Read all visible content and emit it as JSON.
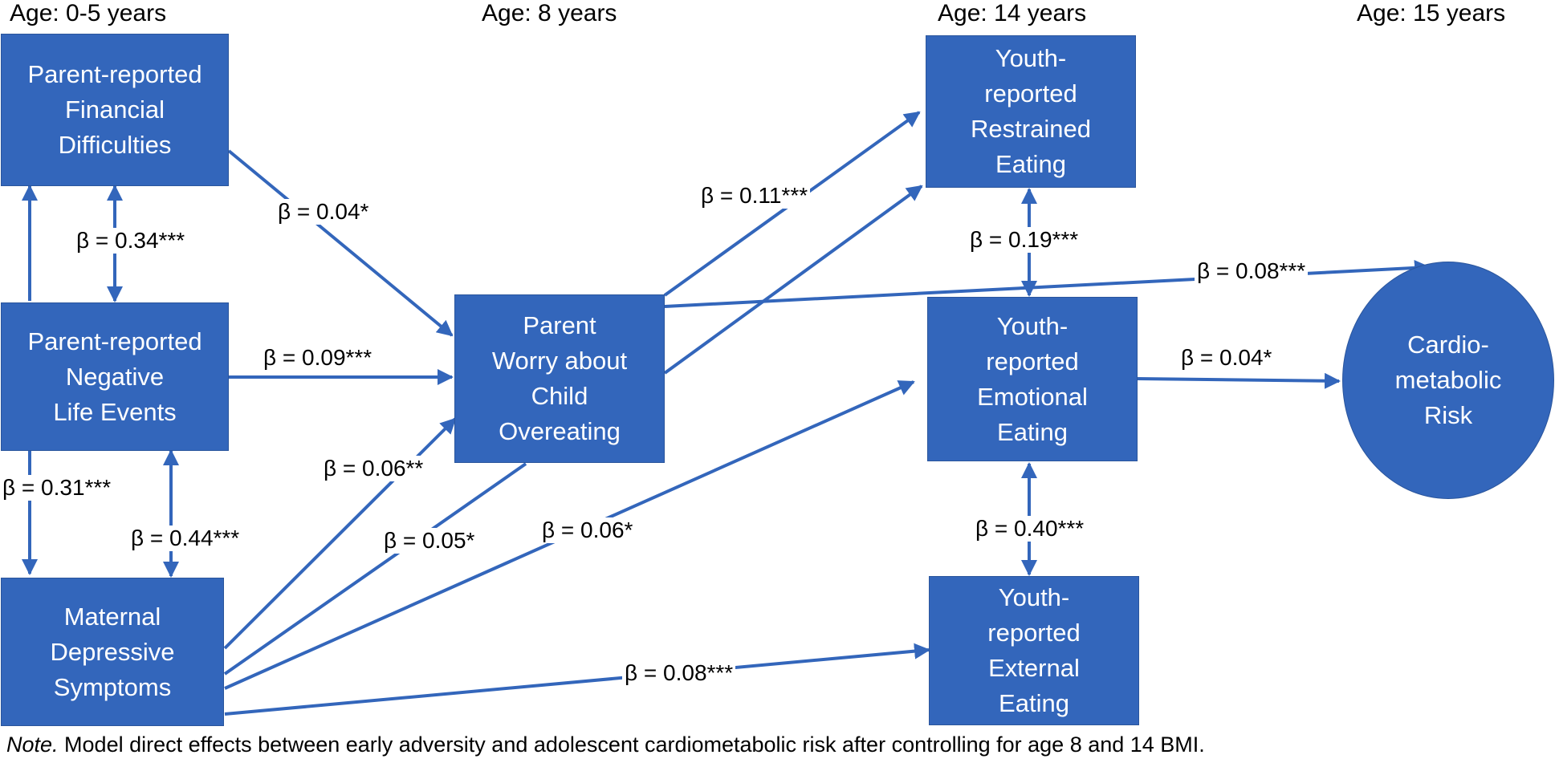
{
  "ages": [
    "Age: 0-5 years",
    "Age: 8 years",
    "Age: 14 years",
    "Age: 15 years"
  ],
  "nodes": {
    "financial": [
      "Parent-reported",
      "Financial",
      "Difficulties"
    ],
    "life_events": [
      "Parent-reported",
      "Negative",
      "Life Events"
    ],
    "maternal": [
      "Maternal",
      "Depressive",
      "Symptoms"
    ],
    "worry": [
      "Parent",
      "Worry about",
      "Child",
      "Overeating"
    ],
    "restrained": [
      "Youth-",
      "reported",
      "Restrained",
      "Eating"
    ],
    "emotional": [
      "Youth-",
      "reported",
      "Emotional",
      "Eating"
    ],
    "external": [
      "Youth-",
      "reported",
      "External",
      "Eating"
    ],
    "cardio": [
      "Cardio-",
      "metabolic",
      "Risk"
    ]
  },
  "paths": [
    {
      "from": "financial",
      "to": "worry",
      "beta": "β = 0.04*"
    },
    {
      "from": "financial",
      "to": "life_events",
      "beta": "β = 0.34***"
    },
    {
      "from": "life_events",
      "to": "worry",
      "beta": "β = 0.09***"
    },
    {
      "from": "life_events",
      "to": "maternal",
      "beta": "β = 0.31***"
    },
    {
      "from": "life_events",
      "to": "maternal",
      "beta": "β = 0.44***"
    },
    {
      "from": "maternal",
      "to": "worry",
      "beta": "β = 0.06**"
    },
    {
      "from": "maternal",
      "to": "restrained",
      "beta": "β = 0.05*"
    },
    {
      "from": "maternal",
      "to": "emotional",
      "beta": "β = 0.06*"
    },
    {
      "from": "maternal",
      "to": "external",
      "beta": "β = 0.08***"
    },
    {
      "from": "worry",
      "to": "restrained",
      "beta": "β = 0.11***"
    },
    {
      "from": "worry",
      "to": "cardio",
      "beta": "β = 0.08***"
    },
    {
      "from": "restrained",
      "to": "emotional",
      "beta": "β = 0.19***"
    },
    {
      "from": "emotional",
      "to": "cardio",
      "beta": "β = 0.04*"
    },
    {
      "from": "emotional",
      "to": "external",
      "beta": "β = 0.40***"
    }
  ],
  "note": {
    "label": "Note.",
    "text": " Model direct effects between early adversity and adolescent cardiometabolic risk after controlling for age 8 and 14 BMI."
  },
  "colors": {
    "node_fill": "#3366bb",
    "arrow": "#3366bb",
    "text_on_node": "#ffffff"
  }
}
